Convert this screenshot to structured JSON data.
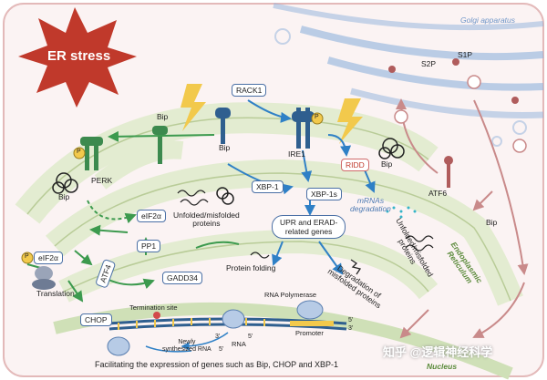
{
  "labels": {
    "er_stress": "ER stress",
    "golgi": "Golgi apparatus",
    "s1p": "S1P",
    "s2p": "S2P",
    "rack1": "RACK1",
    "bip": "Bip",
    "ire1": "IRE1",
    "perk": "PERK",
    "ridd": "RIDD",
    "mrnas_deg": "mRNAs\ndegradation",
    "xbp1": "XBP-1",
    "xbp1s": "XBP-1s",
    "upr": "UPR and ERAD-\nrelated genes",
    "unfolded_center": "Unfolded/misfolded\nproteins",
    "unfolded_right": "Unfolded/misfolded\nproteins",
    "eif2a": "eIF2α",
    "eif2a_p": "eIF2α",
    "p": "P",
    "pp1": "PP1",
    "atf4": "ATF4",
    "atf6": "ATF6",
    "gadd34": "GADD34",
    "protein_folding": "Protein folding",
    "degradation": "Degradation of\nmisfolded proteins",
    "translation": "Translation",
    "chop": "CHOP",
    "er_label": "Endoplasmic\nReticulum",
    "rna_polymerase": "RNA Polymerase",
    "termination": "Termination site",
    "promoter": "Promoter",
    "three_prime": "3'",
    "five_prime": "5'",
    "newly_rna": "Newly\nsynthesized RNA",
    "rna": "RNA",
    "nucleus": "Nucleus",
    "caption": "Facilitating the expression of genes such as Bip, CHOP and XBP-1",
    "watermark": "知乎 @逻辑神经科学"
  },
  "colors": {
    "er_fill": "#e8efd8",
    "er_stroke": "#b9cc98",
    "golgi": "#8fb2dc",
    "star": "#c0392b",
    "green_arrow": "#3c9a4e",
    "blue_arrow": "#2f80c6",
    "pink_arrow": "#c98a8a",
    "lightning": "#f2c94c"
  }
}
